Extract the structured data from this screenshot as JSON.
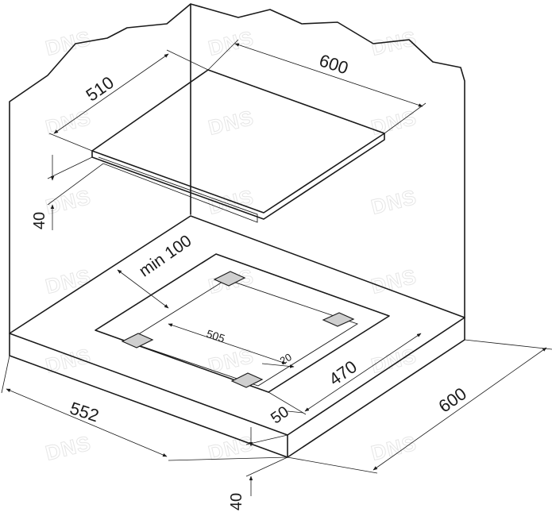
{
  "watermark": "DNS",
  "dimensions": {
    "hob_width": "600",
    "hob_depth": "510",
    "hob_height": "40",
    "min_clearance": "min 100",
    "cutout_inner": "505",
    "clip_offset": "20",
    "cutout_depth": "470",
    "front_offset": "50",
    "cutout_width": "552",
    "counter_depth": "600",
    "counter_thickness": "40"
  }
}
